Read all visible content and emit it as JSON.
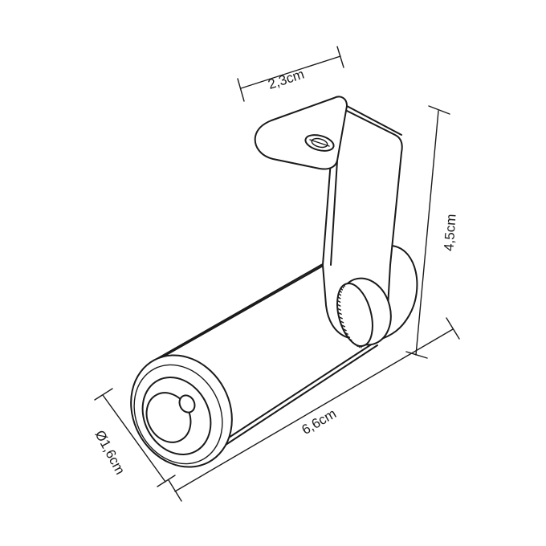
{
  "dimensions": {
    "bracket_width": "2,3cm",
    "height": "4,5cm",
    "length": "6,6cm",
    "diameter": "Ø1,6cm"
  }
}
